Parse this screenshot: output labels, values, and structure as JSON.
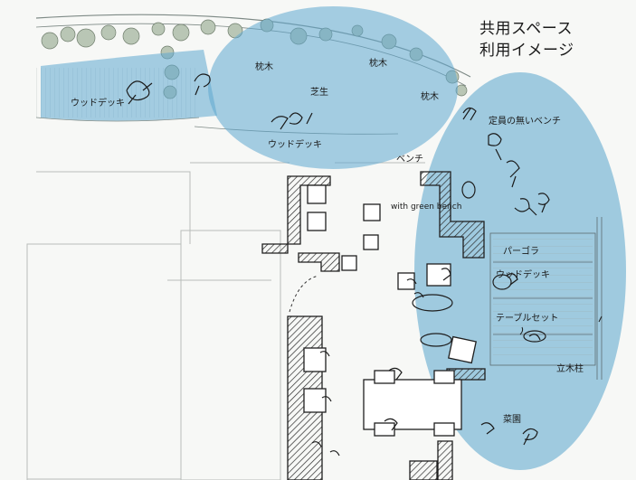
{
  "title": {
    "line1": "共用スペース",
    "line2": "利用イメージ"
  },
  "labels": {
    "wood_deck_left": "ウッドデッキ",
    "makura_1": "枕木",
    "makura_2": "枕木",
    "makura_3": "枕木",
    "lawn": "芝生",
    "wood_deck_center": "ウッドデッキ",
    "bench": "ベンチ",
    "bench_fixed": "定員の無いベンチ",
    "green_bench": "with green bench",
    "pergola": "パーゴラ",
    "wood_deck_right": "ウッドデッキ",
    "table_set": "テーブルセット",
    "pole": "立木柱",
    "vegetable_garden": "菜園"
  },
  "colors": {
    "highlight": "#5ea8cf",
    "highlight_stroke": "#3b8fbf",
    "wall_hatch": "#2a2a2a",
    "greenery": "#8fa08a",
    "background": "#f7f8f6"
  }
}
